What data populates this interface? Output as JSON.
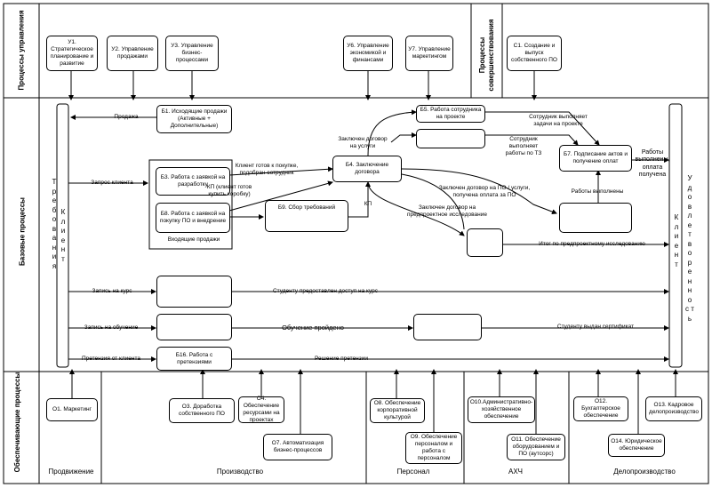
{
  "lanes": {
    "management": "Процессы управления",
    "improvement": "Процессы совершенствования",
    "base": "Базовые процессы",
    "support": "Обеспечивающие процессы"
  },
  "mgmt": {
    "u1": "У1. Стратегическое планирование и развитие",
    "u2": "У2. Управление продажами",
    "u3": "У3. Управление бизнес-процессами",
    "u6": "У6. Управление экономикой и финансами",
    "u7": "У7. Управление маркетингом",
    "c1": "С1. Создание и выпуск собственного ПО"
  },
  "client_left": {
    "a": "Т р е б о в а н и я",
    "b": "К л и е н т"
  },
  "client_right": {
    "a": "У д о в л е т в о р е н н о с т ь",
    "b": "К л и е н т"
  },
  "base": {
    "b1": "Б1. Исходящие продажи (Активные + Дополнительные)",
    "b3": "Б3. Работа с заявкой на разработку",
    "b8": "Б8. Работа с заявкой на покупку ПО и внедрение",
    "incoming": "Входящие продажи",
    "b9": "Б9. Сбор требований",
    "b4": "Б4. Заключение договора",
    "b5": "Б5. Работа сотрудника на проекте",
    "b7": "Б7. Подписание актов и получение оплат",
    "b16": "Б16. Работа с претензиями"
  },
  "edges": {
    "sale": "Продажа",
    "request": "Запрос клиента",
    "ready": "Клиент готов к покупке, подобран сотрудник",
    "kp_ready": "КП (клиент готов купить коробку)",
    "kp": "КП",
    "signed": "Заключен договор на услуги",
    "emp_done": "Сотрудник выполняет задачи на проекте",
    "emp_tz": "Сотрудник выполняет работы по ТЗ",
    "contract_po": "Заключен договор на ПО / услуги, получена оплата за ПО",
    "pre_research": "Заключен договор на предпроектное исследование",
    "work_done": "Работы выполнены",
    "paid": "Работы выполнены, оплата получена",
    "research_result": "Итог по предпроектному исследованию",
    "course": "Запись на курс",
    "course_access": "Студенту предоставлен доступ на курс",
    "training": "Запись на обучение",
    "training_done": "Обучение пройдено",
    "certificate": "Студенту выдан сертификат",
    "claim": "Претензия от клиента",
    "claim_solution": "Решение претензии"
  },
  "support": {
    "o1": "О1. Маркетинг",
    "o3": "О3. Доработка собственного ПО",
    "o4": "О4. Обеспечение ресурсами на проектах",
    "o7": "О7. Автоматизация бизнес-процессов",
    "o8": "О8. Обеспечение корпоративной культурой",
    "o9": "О9. Обеспечение персоналом и работа с персоналом",
    "o10": "О10.Административно-хозяйственное обеспечение",
    "o11": "О11. Обеспечение оборудованием и ПО (аутсорс)",
    "o12": "О12. Бухгалтерское обеспечение",
    "o13": "О13. Кадровое делопроизводство",
    "o14": "О14. Юридическое обеспечение"
  },
  "sections": {
    "promo": "Продвижение",
    "prod": "Производство",
    "staff": "Персонал",
    "ahch": "АХЧ",
    "docs": "Делопроизводство"
  }
}
